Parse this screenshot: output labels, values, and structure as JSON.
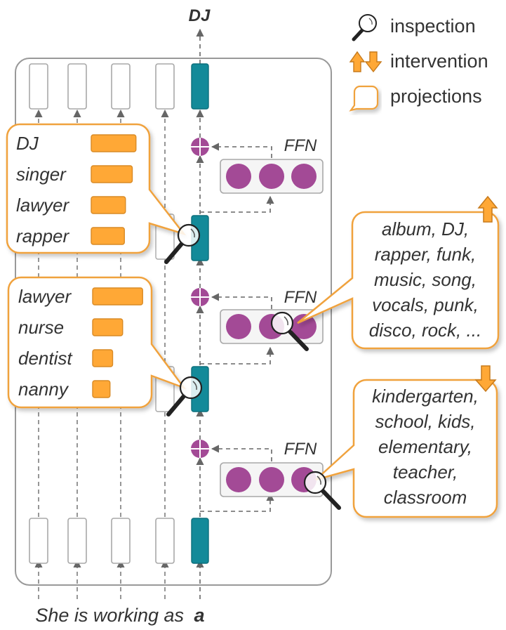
{
  "output_token": "DJ",
  "input": {
    "prefix": "She is working as",
    "last_token": "a"
  },
  "ffn_label": "FFN",
  "legend": {
    "inspection": "inspection",
    "intervention": "intervention",
    "projections": "projections"
  },
  "inspection_upper": [
    {
      "word": "DJ",
      "score": 0.85
    },
    {
      "word": "singer",
      "score": 0.78
    },
    {
      "word": "lawyer",
      "score": 0.65
    },
    {
      "word": "rapper",
      "score": 0.63
    }
  ],
  "inspection_lower": [
    {
      "word": "lawyer",
      "score": 0.95
    },
    {
      "word": "nurse",
      "score": 0.57
    },
    {
      "word": "dentist",
      "score": 0.38
    },
    {
      "word": "nanny",
      "score": 0.33
    }
  ],
  "projection_up": [
    "album, DJ,",
    "rapper, funk,",
    "music, song,",
    "vocals, punk,",
    "disco, rock, ..."
  ],
  "projection_down": [
    "kindergarten,",
    "school, kids,",
    "elementary,",
    "teacher,",
    "classroom"
  ],
  "colors": {
    "teal": "#138a99",
    "purple": "#a34a96",
    "orange": "#ffa836",
    "orange_border": "#f0a23e",
    "gray": "#8a8a8a"
  }
}
